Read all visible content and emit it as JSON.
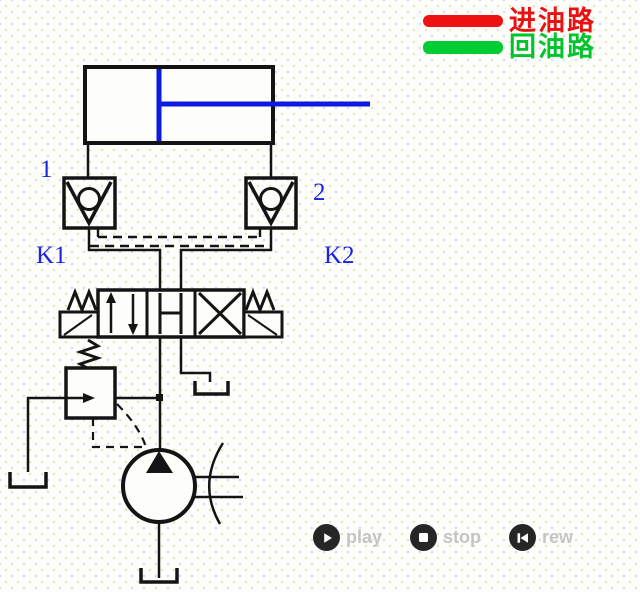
{
  "legend": {
    "items": [
      {
        "label": "进油路",
        "color": "#ee1111",
        "meaning": "inlet-oil-path"
      },
      {
        "label": "回油路",
        "color": "#00cc33",
        "meaning": "return-oil-path"
      }
    ]
  },
  "diagram": {
    "labels": {
      "check_valve_1": "1",
      "check_valve_2": "2",
      "pilot_k1": "K1",
      "pilot_k2": "K2"
    },
    "colors": {
      "line": "#141414",
      "piston_rod_blue": "#0f1ae0",
      "label_blue": "#1a23e0"
    }
  },
  "controls": {
    "play_label": "play",
    "stop_label": "stop",
    "rew_label": "rew"
  }
}
